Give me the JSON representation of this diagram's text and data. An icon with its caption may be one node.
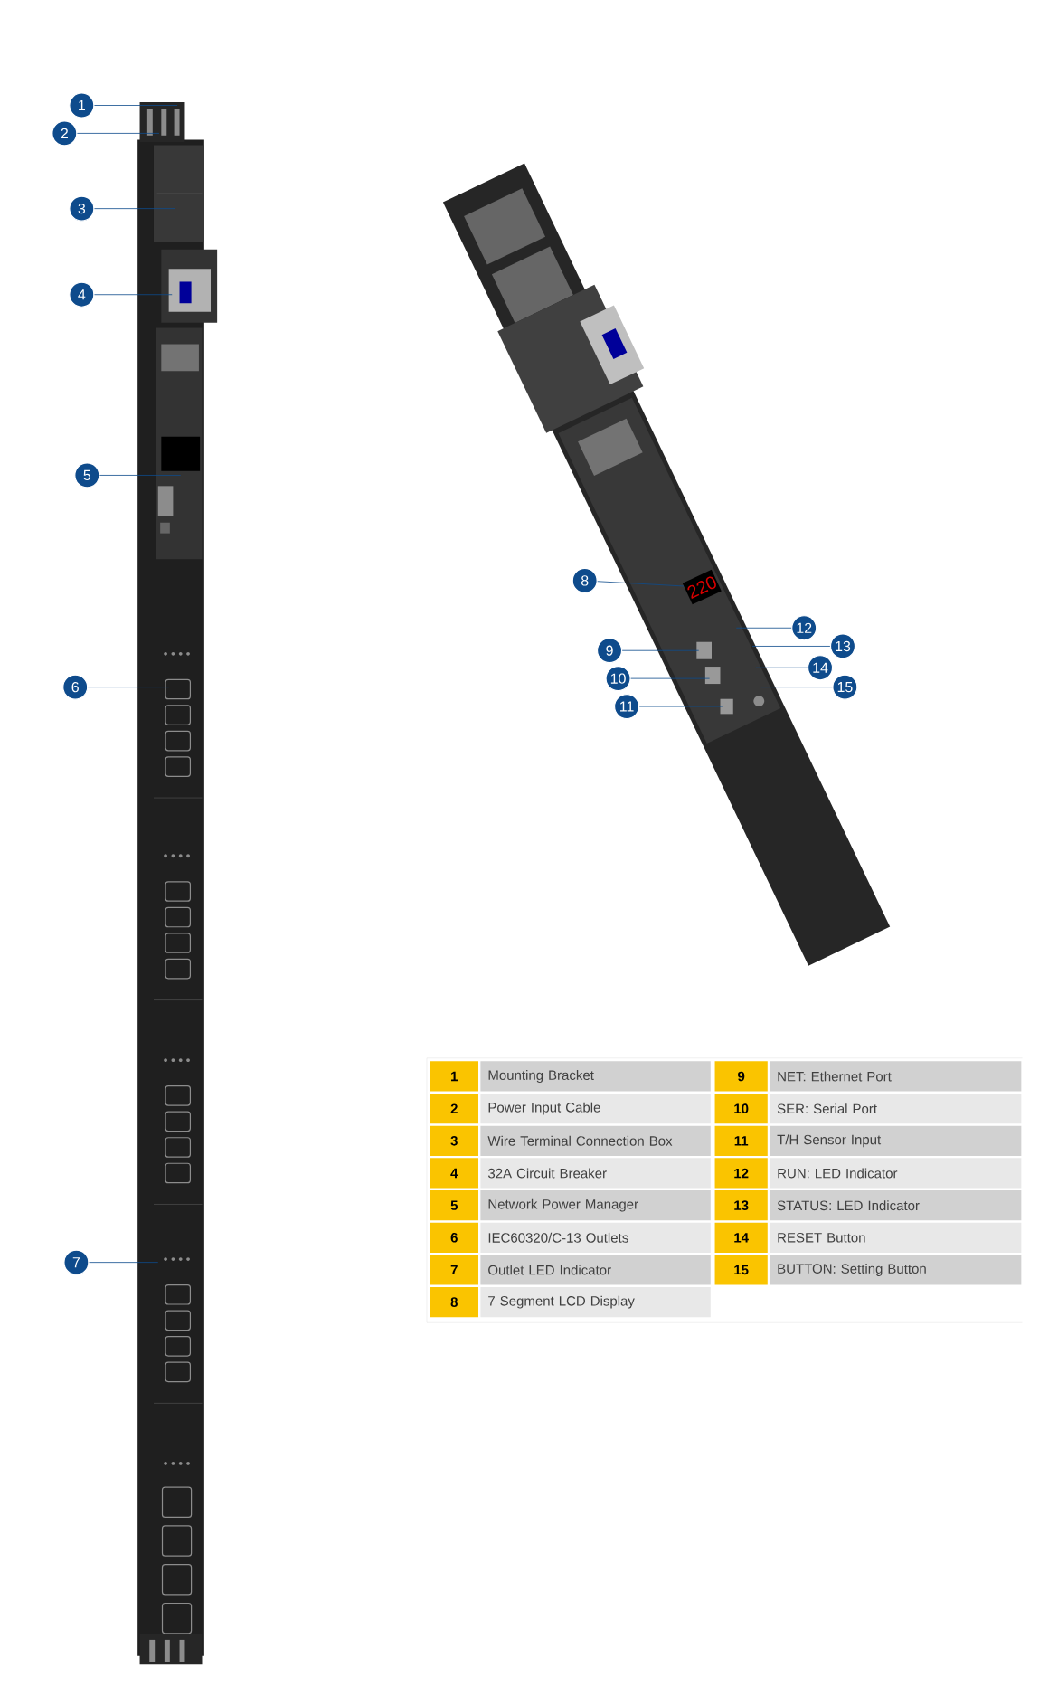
{
  "diagram": {
    "nodes": [
      {
        "text": [
          "1"
        ]
      },
      {
        "text": [
          "2"
        ]
      },
      {
        "text": [
          "3"
        ]
      },
      {
        "text": [
          "4"
        ]
      },
      {
        "text": [
          "5"
        ]
      },
      {
        "text": [
          "6"
        ]
      },
      {
        "text": [
          "7"
        ]
      },
      {
        "text": [
          "8"
        ]
      },
      {
        "text": [
          "9"
        ]
      },
      {
        "text": [
          "10"
        ]
      },
      {
        "text": [
          "11"
        ]
      },
      {
        "text": [
          "12"
        ]
      },
      {
        "text": [
          "13"
        ]
      },
      {
        "text": [
          "14"
        ]
      },
      {
        "text": [
          "15"
        ]
      },
      {
        "text": [
          "220"
        ]
      }
    ],
    "edges": [
      {
        "from": 0,
        "to": null,
        "arrow": "none"
      },
      {
        "from": 1,
        "to": null,
        "arrow": "none"
      },
      {
        "from": 2,
        "to": null,
        "arrow": "none"
      },
      {
        "from": 3,
        "to": null,
        "arrow": "none"
      },
      {
        "from": 4,
        "to": null,
        "arrow": "none"
      },
      {
        "from": 5,
        "to": null,
        "arrow": "none"
      },
      {
        "from": 6,
        "to": null,
        "arrow": "none"
      },
      {
        "from": 7,
        "to": 15,
        "arrow": "none"
      },
      {
        "from": 8,
        "to": null,
        "arrow": "none"
      },
      {
        "from": 9,
        "to": null,
        "arrow": "none"
      },
      {
        "from": 10,
        "to": null,
        "arrow": "none"
      },
      {
        "from": 11,
        "to": null,
        "arrow": "none"
      },
      {
        "from": 12,
        "to": null,
        "arrow": "none"
      },
      {
        "from": 13,
        "to": null,
        "arrow": "none"
      },
      {
        "from": 14,
        "to": null,
        "arrow": "none"
      }
    ],
    "labels": [
      "1",
      "Mounting Bracket",
      "9",
      "NET: Ethernet Port",
      "2",
      "Power Input Cable",
      "10",
      "SER: Serial Port",
      "3",
      "Wire Terminal Connection Box",
      "11",
      "T/H Sensor Input",
      "4",
      "32A Circuit Breaker",
      "12",
      "RUN: LED Indicator",
      "5",
      "Network Power Manager",
      "13",
      "STATUS: LED Indicator",
      "6",
      "IEC60320/C-13 Outlets",
      "14",
      "RESET Button",
      "7",
      "Outlet LED Indicator",
      "15",
      "BUTTON: Setting Button",
      "8",
      "7 Segment LCD Display"
    ]
  }
}
